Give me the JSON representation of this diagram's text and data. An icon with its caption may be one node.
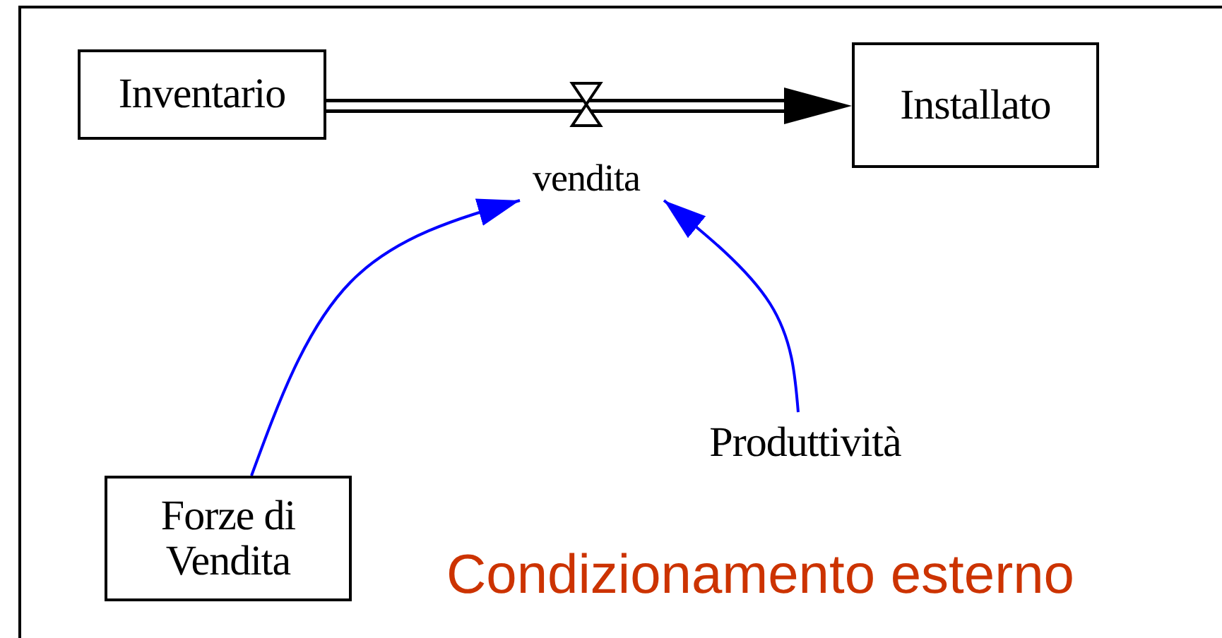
{
  "diagram": {
    "nodes": [
      {
        "text": [
          "Inventario"
        ]
      },
      {
        "text": [
          "Installato"
        ]
      },
      {
        "text": [
          "vendita"
        ]
      },
      {
        "text": [
          "Forze di Vendita"
        ]
      },
      {
        "text": [
          "Produttività"
        ]
      }
    ],
    "edges": [
      {
        "from": 0,
        "to": 2,
        "arrow": "none"
      },
      {
        "from": 2,
        "to": 1,
        "arrow": "to"
      },
      {
        "from": 3,
        "to": 2,
        "arrow": "to",
        "color": "#0000ff"
      },
      {
        "from": 4,
        "to": 2,
        "arrow": "to",
        "color": "#0000ff"
      }
    ],
    "labels": [
      "Condizionamento esterno"
    ]
  }
}
